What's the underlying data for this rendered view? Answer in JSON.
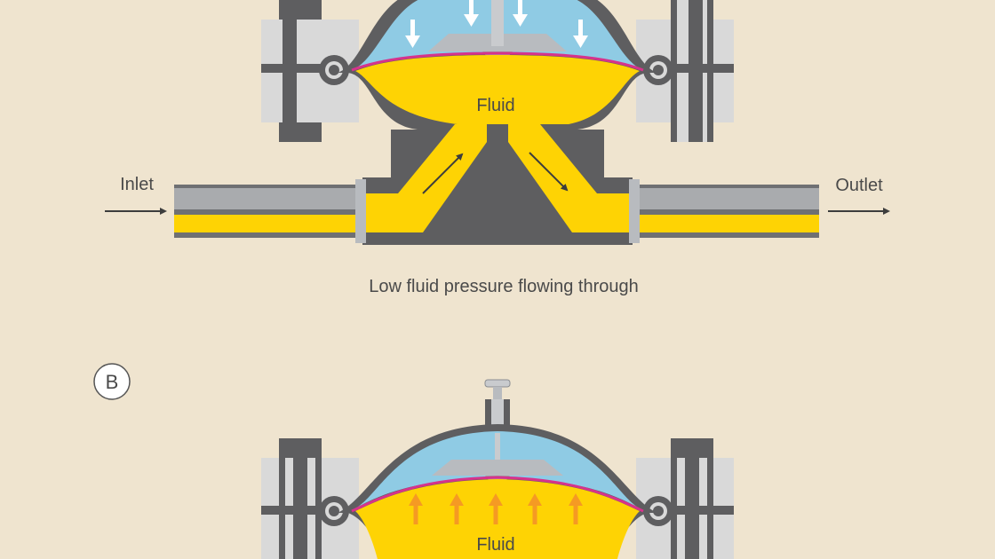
{
  "colors": {
    "background": "#efe4cf",
    "fluid": "#fed304",
    "air_chamber": "#8fcbe4",
    "body_gray": "#5e5e60",
    "flange_light": "#d9d9d9",
    "diaphragm": "#d6338c",
    "arrow_dark": "#3d3d3d",
    "arrow_white": "#ffffff",
    "arrow_orange": "#f59a23"
  },
  "icons": {
    "inlet_arrow": "arrow-right-icon",
    "outlet_arrow": "arrow-right-icon",
    "pressure_down": "arrow-down-icon",
    "pressure_up": "arrow-up-icon"
  },
  "panel_a": {
    "fluid_label": "Fluid",
    "inlet_label": "Inlet",
    "outlet_label": "Outlet",
    "caption": "Low fluid pressure flowing through"
  },
  "panel_b": {
    "badge": "B",
    "fluid_label": "Fluid"
  }
}
